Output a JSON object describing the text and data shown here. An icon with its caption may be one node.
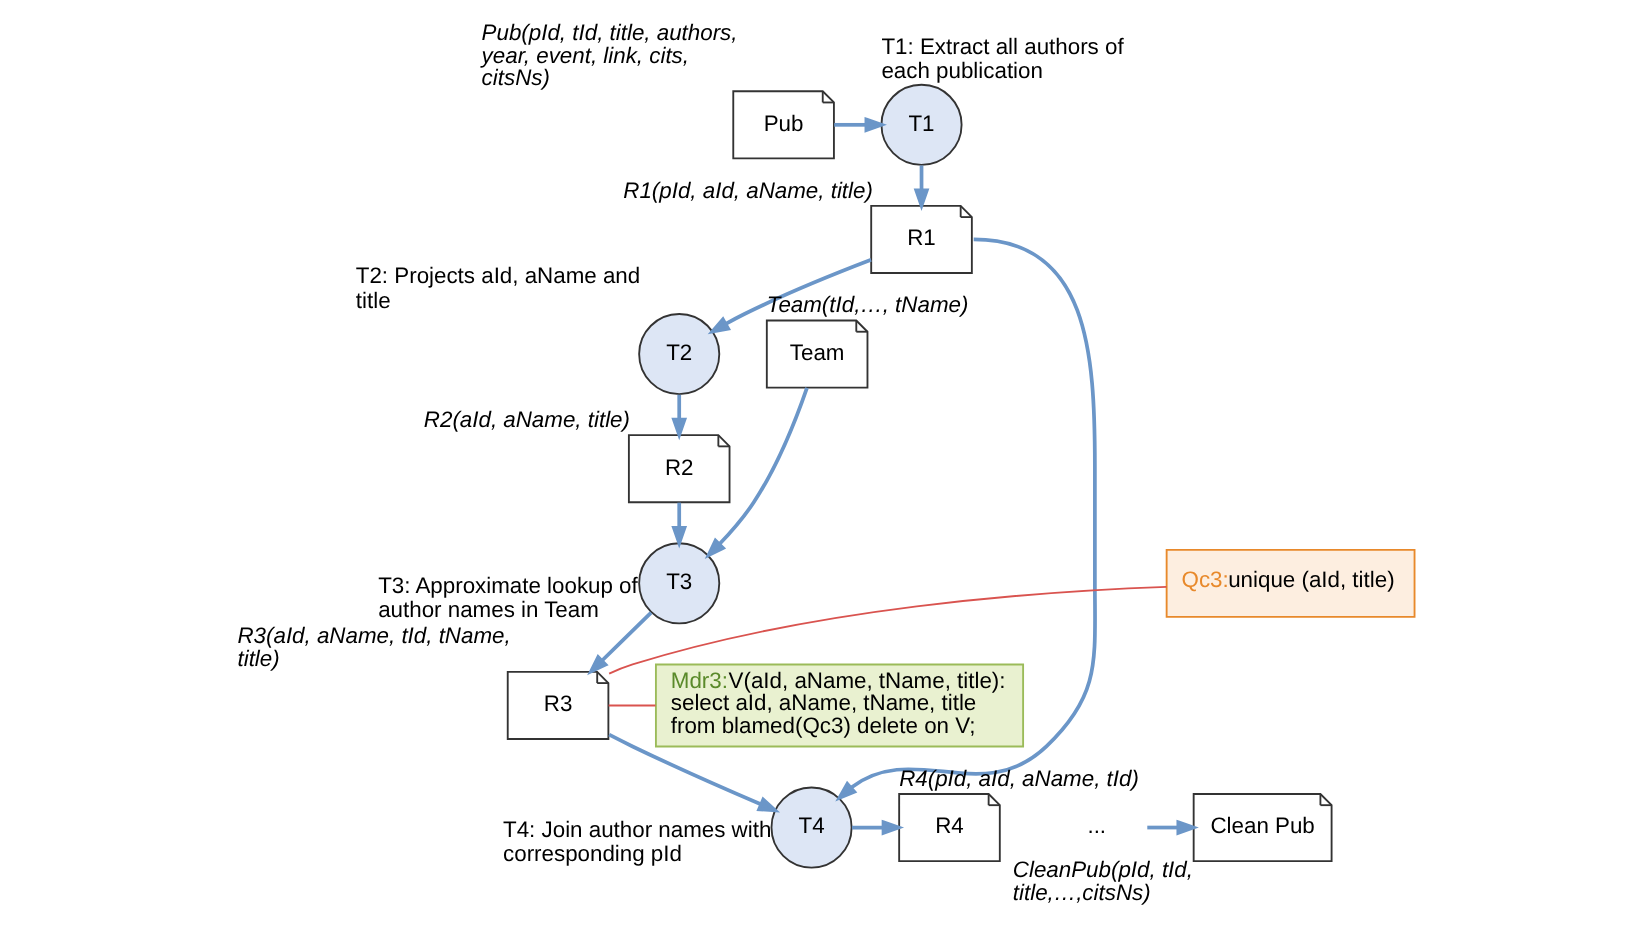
{
  "diagram": {
    "nodes": [
      {
        "text": [
          "Pub"
        ],
        "beside": [
          "Pub(pId, tId, title, authors, year, event, link, cits, citsNs)"
        ]
      },
      {
        "text": [
          "T1"
        ],
        "beside": [
          "T1: Extract all authors of each publication"
        ]
      },
      {
        "text": [
          "R1"
        ],
        "beside": [
          "R1(pId, aId, aName, title)"
        ]
      },
      {
        "text": [
          "Team"
        ],
        "beside": [
          "Team(tId,…, tName)"
        ]
      },
      {
        "text": [
          "T2"
        ],
        "beside": [
          "T2: Projects aId, aName and title"
        ]
      },
      {
        "text": [
          "R2"
        ],
        "beside": [
          "R2(aId, aName, title)"
        ]
      },
      {
        "text": [
          "T3"
        ],
        "beside": [
          "T3: Approximate lookup of author names in Team"
        ]
      },
      {
        "text": [
          "Qc3:",
          "unique (aId, title)"
        ]
      },
      {
        "text": [
          "Mdr3:",
          "V(aId, aName, tName, title): select aId, aName, tName, title from blamed(Qc3) delete on V;"
        ]
      },
      {
        "text": [
          "R3"
        ],
        "beside": [
          "R3(aId, aName, tId, tName, title)"
        ]
      },
      {
        "text": [
          "T4"
        ],
        "beside": [
          "T4: Join author names with corresponding pId"
        ]
      },
      {
        "text": [
          "R4"
        ],
        "beside": [
          "R4(pId, aId, aName, tId)"
        ]
      },
      {
        "text": [
          "..."
        ]
      },
      {
        "text": [
          "Clean Pub"
        ],
        "beside": [
          "CleanPub(pId, tId, title,…,citsNs)"
        ]
      }
    ],
    "edges": [
      {
        "from": 0,
        "to": 1,
        "arrow": "to"
      },
      {
        "from": 1,
        "to": 2,
        "arrow": "to"
      },
      {
        "from": 2,
        "to": 4,
        "arrow": "to"
      },
      {
        "from": 4,
        "to": 5,
        "arrow": "to"
      },
      {
        "from": 5,
        "to": 6,
        "arrow": "to"
      },
      {
        "from": 3,
        "to": 6,
        "arrow": "to"
      },
      {
        "from": 6,
        "to": 9,
        "arrow": "to"
      },
      {
        "from": 9,
        "to": 10,
        "arrow": "to"
      },
      {
        "from": 2,
        "to": 10,
        "arrow": "to"
      },
      {
        "from": 10,
        "to": 11,
        "arrow": "to"
      },
      {
        "from": 12,
        "to": 13,
        "arrow": "to"
      },
      {
        "from": 7,
        "to": 9,
        "arrow": "none",
        "color": "#d9534f"
      },
      {
        "from": 8,
        "to": 9,
        "arrow": "none",
        "color": "#d9534f"
      }
    ]
  }
}
